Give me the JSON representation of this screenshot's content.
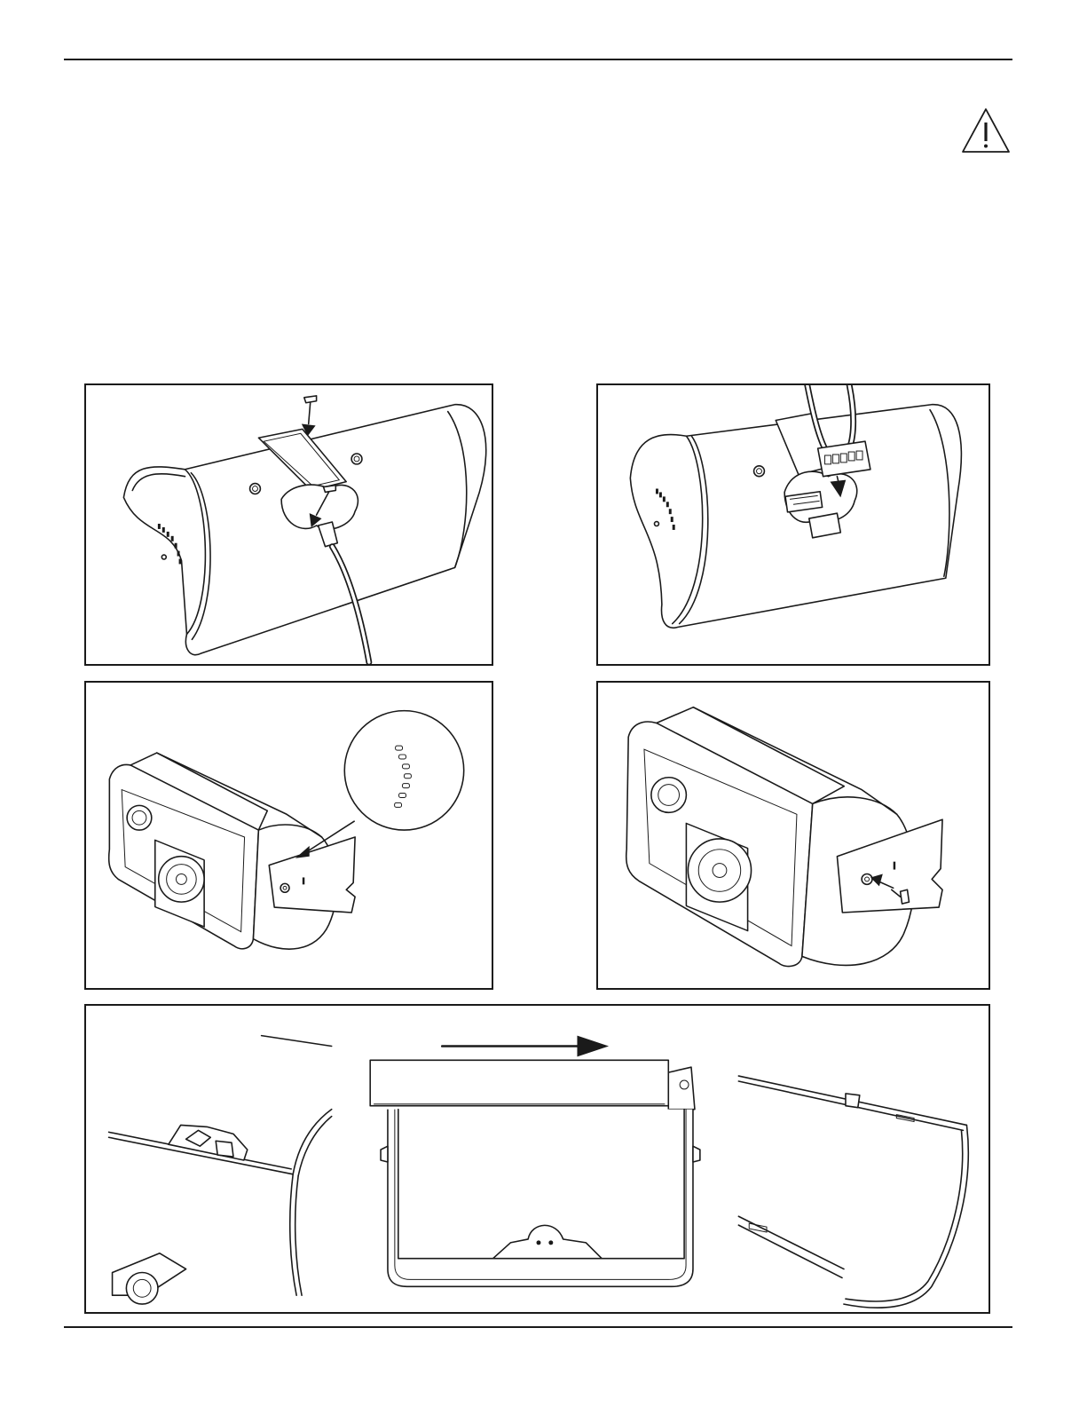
{
  "page": {
    "icons": {
      "warning": "warning-triangle-icon"
    },
    "figures": [
      {
        "id": "remove-cover-screws"
      },
      {
        "id": "connect-terminal-block"
      },
      {
        "id": "bracket-hole-detail"
      },
      {
        "id": "insert-bracket-screw"
      },
      {
        "id": "slide-grille-sequence"
      }
    ]
  }
}
